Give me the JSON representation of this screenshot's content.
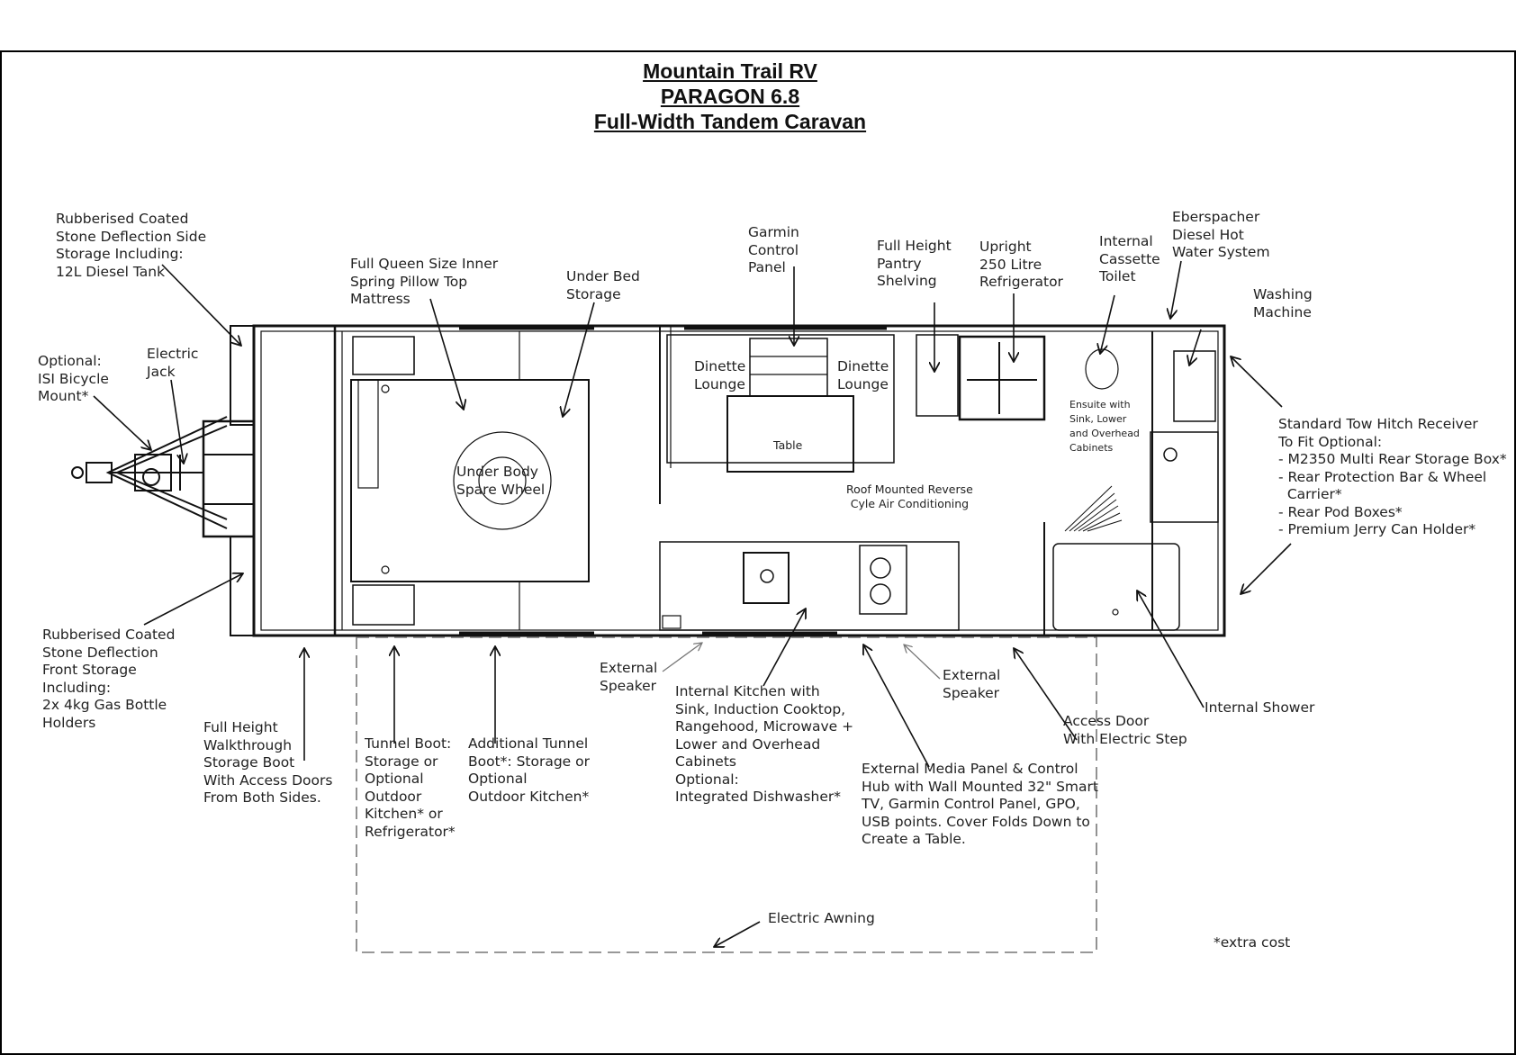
{
  "title": {
    "line1": "Mountain Trail RV",
    "line2": "PARAGON 6.8",
    "line3": "Full-Width Tandem Caravan"
  },
  "labels": {
    "side_storage": "Rubberised Coated\nStone Deflection Side\nStorage Including:\n12L Diesel Tank",
    "bicycle_mount": "Optional:\nISI Bicycle\nMount*",
    "electric_jack": "Electric\nJack",
    "front_storage": "Rubberised Coated\nStone Deflection\nFront Storage\nIncluding:\n2x 4kg Gas Bottle\nHolders",
    "walkthrough_boot": "Full Height\nWalkthrough\nStorage Boot\nWith Access Doors\nFrom Both Sides.",
    "tunnel_boot": "Tunnel Boot:\nStorage or\nOptional\nOutdoor\nKitchen* or\nRefrigerator*",
    "additional_tunnel_boot": "Additional Tunnel\nBoot*: Storage or\nOptional\nOutdoor Kitchen*",
    "mattress": "Full Queen Size Inner\nSpring Pillow Top\nMattress",
    "under_bed_storage": "Under Bed\nStorage",
    "spare_wheel": "Under Body\nSpare Wheel",
    "garmin_panel": "Garmin\nControl\nPanel",
    "dinette_left": "Dinette\nLounge",
    "dinette_right": "Dinette\nLounge",
    "table": "Table",
    "pantry": "Full Height\nPantry\nShelving",
    "refrigerator": "Upright\n250 Litre\nRefrigerator",
    "toilet": "Internal\nCassette\nToilet",
    "hot_water": "Eberspacher\nDiesel Hot\nWater System",
    "washing_machine": "Washing\nMachine",
    "ensuite": "Ensuite with\nSink, Lower\nand Overhead\nCabinets",
    "air_conditioning": "Roof Mounted Reverse\nCyle Air Conditioning",
    "tow_hitch": "Standard Tow Hitch Receiver\nTo Fit Optional:\n- M2350 Multi Rear Storage Box*\n- Rear Protection Bar & Wheel\n  Carrier*\n- Rear Pod Boxes*\n- Premium Jerry Can Holder*",
    "external_speaker_left": "External\nSpeaker",
    "external_speaker_right": "External\nSpeaker",
    "internal_kitchen": "Internal Kitchen with\nSink, Induction Cooktop,\nRangehood, Microwave +\nLower and Overhead\nCabinets\nOptional:\nIntegrated Dishwasher*",
    "media_panel": "External Media Panel & Control\nHub with Wall Mounted 32\" Smart\nTV, Garmin Control Panel, GPO,\nUSB points. Cover Folds Down to\nCreate a Table.",
    "access_door": "Access Door\nWith Electric Step",
    "internal_shower": "Internal Shower",
    "electric_awning": "Electric Awning",
    "extra_cost": "*extra cost"
  }
}
